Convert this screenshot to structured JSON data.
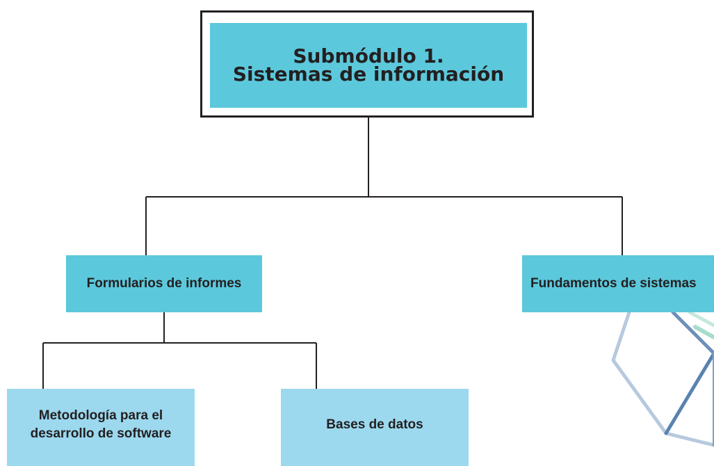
{
  "diagram": {
    "root": {
      "line1": "Submódulo 1.",
      "line2": "Sistemas de información"
    },
    "level1": [
      {
        "label": "Formularios de informes"
      },
      {
        "label": "Fundamentos de sistemas"
      }
    ],
    "level2": [
      {
        "line1": "Metodología para el",
        "line2": "desarrollo de software"
      },
      {
        "label": "Bases de datos"
      }
    ],
    "colors": {
      "primary_box": "#5cc8dc",
      "secondary_box": "#9cd8ee",
      "line": "#231f20",
      "text": "#231f20",
      "decor_blue": "#5a82b0",
      "decor_light": "#9bb4d0",
      "decor_green": "#8fd3c0"
    },
    "decoration_icon": "hexagon-cube-graphic"
  }
}
